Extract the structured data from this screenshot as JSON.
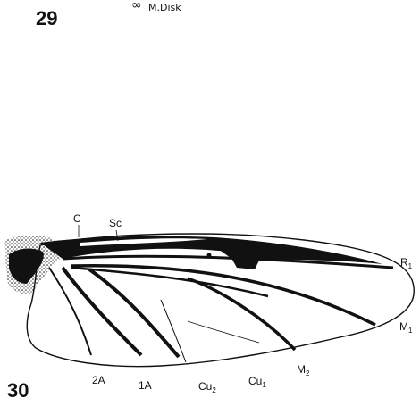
{
  "figure_29": {
    "number": "29",
    "caption": "M.Disk"
  },
  "figure_30": {
    "number": "30"
  },
  "labels": {
    "C": "C",
    "Sc": "Sc",
    "R1_main": "R",
    "R1_sub": "1",
    "M1_main": "M",
    "M1_sub": "1",
    "M2_main": "M",
    "M2_sub": "2",
    "Cu1_main": "Cu",
    "Cu1_sub": "1",
    "Cu2_main": "Cu",
    "Cu2_sub": "2",
    "A1": "1A",
    "A2": "2A"
  }
}
